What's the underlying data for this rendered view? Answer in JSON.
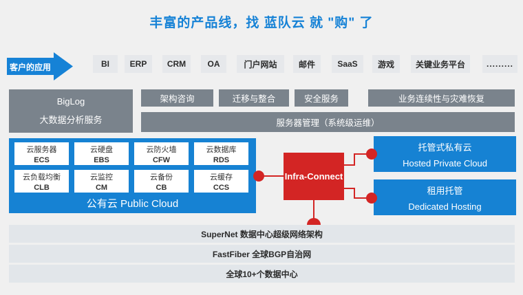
{
  "title": "丰富的产品线，找 蓝队云 就 \"购\" 了",
  "colors": {
    "accent_blue": "#1682d3",
    "accent_red": "#d32524",
    "slate_gray": "#7a838c",
    "chip_gray": "#e6e8eb",
    "bar_gray": "#e2e6ea",
    "background": "#f0f0f0"
  },
  "customer_apps": {
    "label": "客户的应用",
    "items": [
      {
        "label": "BI"
      },
      {
        "label": "ERP"
      },
      {
        "label": "CRM"
      },
      {
        "label": "OA"
      },
      {
        "label": "门户网站"
      },
      {
        "label": "邮件"
      },
      {
        "label": "SaaS"
      },
      {
        "label": "游戏"
      },
      {
        "label": "关键业务平台"
      },
      {
        "label": "........."
      }
    ]
  },
  "services": {
    "biglog": {
      "line1": "BigLog",
      "line2": "大数据分析服务"
    },
    "row": [
      "架构咨询",
      "迁移与整合",
      "安全服务",
      "业务连续性与灾难恢复"
    ],
    "server_mgmt": "服务器管理（系统级运维）"
  },
  "public_cloud": {
    "label": "公有云 Public Cloud",
    "cells": [
      {
        "name": "云服务器",
        "code": "ECS"
      },
      {
        "name": "云硬盘",
        "code": "EBS"
      },
      {
        "name": "云防火墙",
        "code": "CFW"
      },
      {
        "name": "云数据库",
        "code": "RDS"
      },
      {
        "name": "云负载均衡",
        "code": "CLB"
      },
      {
        "name": "云监控",
        "code": "CM"
      },
      {
        "name": "云备份",
        "code": "CB"
      },
      {
        "name": "云缓存",
        "code": "CCS"
      }
    ]
  },
  "infra_connect": {
    "label": "Infra-Connect"
  },
  "hosting": [
    {
      "cn": "托管式私有云",
      "en": "Hosted Private Cloud"
    },
    {
      "cn": "租用托管",
      "en": "Dedicated Hosting"
    }
  ],
  "network_bars": [
    "SuperNet 数据中心超级网络架构",
    "FastFiber 全球BGP自治网",
    "全球10+个数据中心"
  ]
}
